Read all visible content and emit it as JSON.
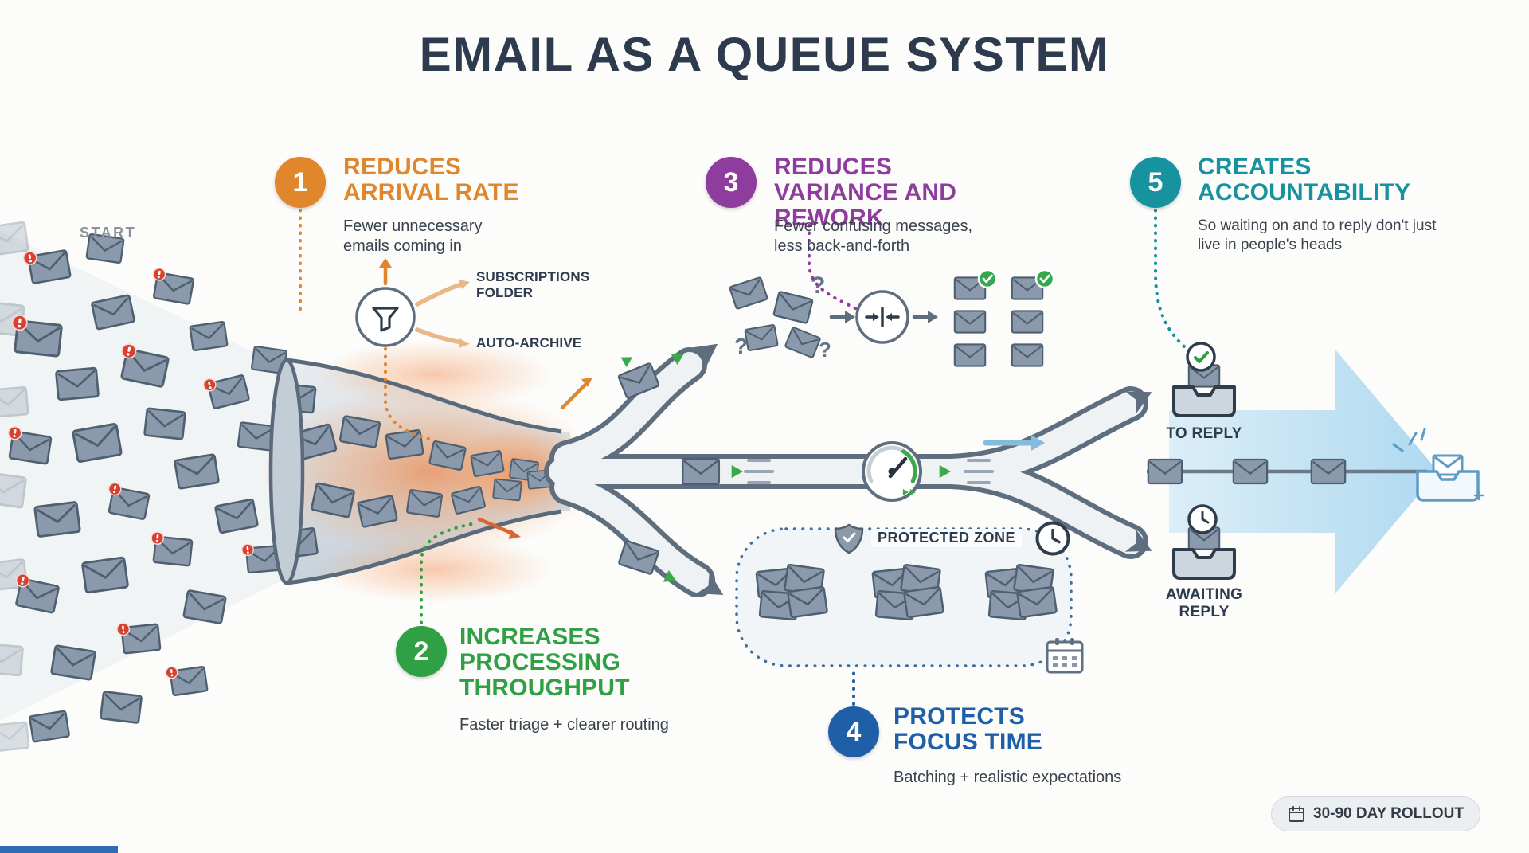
{
  "title": "EMAIL AS A QUEUE SYSTEM",
  "start_label": "START",
  "steps": [
    {
      "number": "1",
      "heading": "REDUCES ARRIVAL RATE",
      "description": "Fewer unnecessary emails coming in",
      "color": "#E0862C"
    },
    {
      "number": "2",
      "heading": "INCREASES PROCESSING THROUGHPUT",
      "description": "Faster triage + clearer routing",
      "color": "#2FA043"
    },
    {
      "number": "3",
      "heading": "REDUCES VARIANCE AND REWORK",
      "description": "Fewer confusing messages, less back-and-forth",
      "color": "#8E3D9E"
    },
    {
      "number": "4",
      "heading": "PROTECTS FOCUS TIME",
      "description": "Batching + realistic expectations",
      "color": "#1F5FA8"
    },
    {
      "number": "5",
      "heading": "CREATES ACCOUNTABILITY",
      "description": "So waiting on and to reply don't just live in people's heads",
      "color": "#17939F"
    }
  ],
  "funnel_labels": {
    "subscriptions_folder": "SUBSCRIPTIONS FOLDER",
    "auto_archive": "AUTO-ARCHIVE"
  },
  "zone": {
    "label": "PROTECTED ZONE"
  },
  "queues": {
    "to_reply": "TO REPLY",
    "awaiting_reply": "AWAITING REPLY"
  },
  "rollout": {
    "label": "30-90 DAY ROLLOUT"
  },
  "glyphs": {
    "question": "?"
  },
  "icons": {
    "filter": "funnel",
    "speedometer": "gauge-fast-forward",
    "merge": "converging-arrows",
    "shield": "shield-check",
    "clock": "clock",
    "calendar": "calendar",
    "tray": "inbox-tray",
    "check": "check-circle",
    "alert": "exclamation-badge",
    "envelope": "mail-envelope"
  },
  "colors": {
    "title": "#2E3B4E",
    "step1": "#E0862C",
    "step2": "#2FA043",
    "step3": "#8E3D9E",
    "step4": "#1F5FA8",
    "step5": "#17939F",
    "arrow_fill": "#AFD9F0",
    "envelope": "#8A9AAC",
    "alert": "#D8402F",
    "glow": "#F29B5E"
  }
}
